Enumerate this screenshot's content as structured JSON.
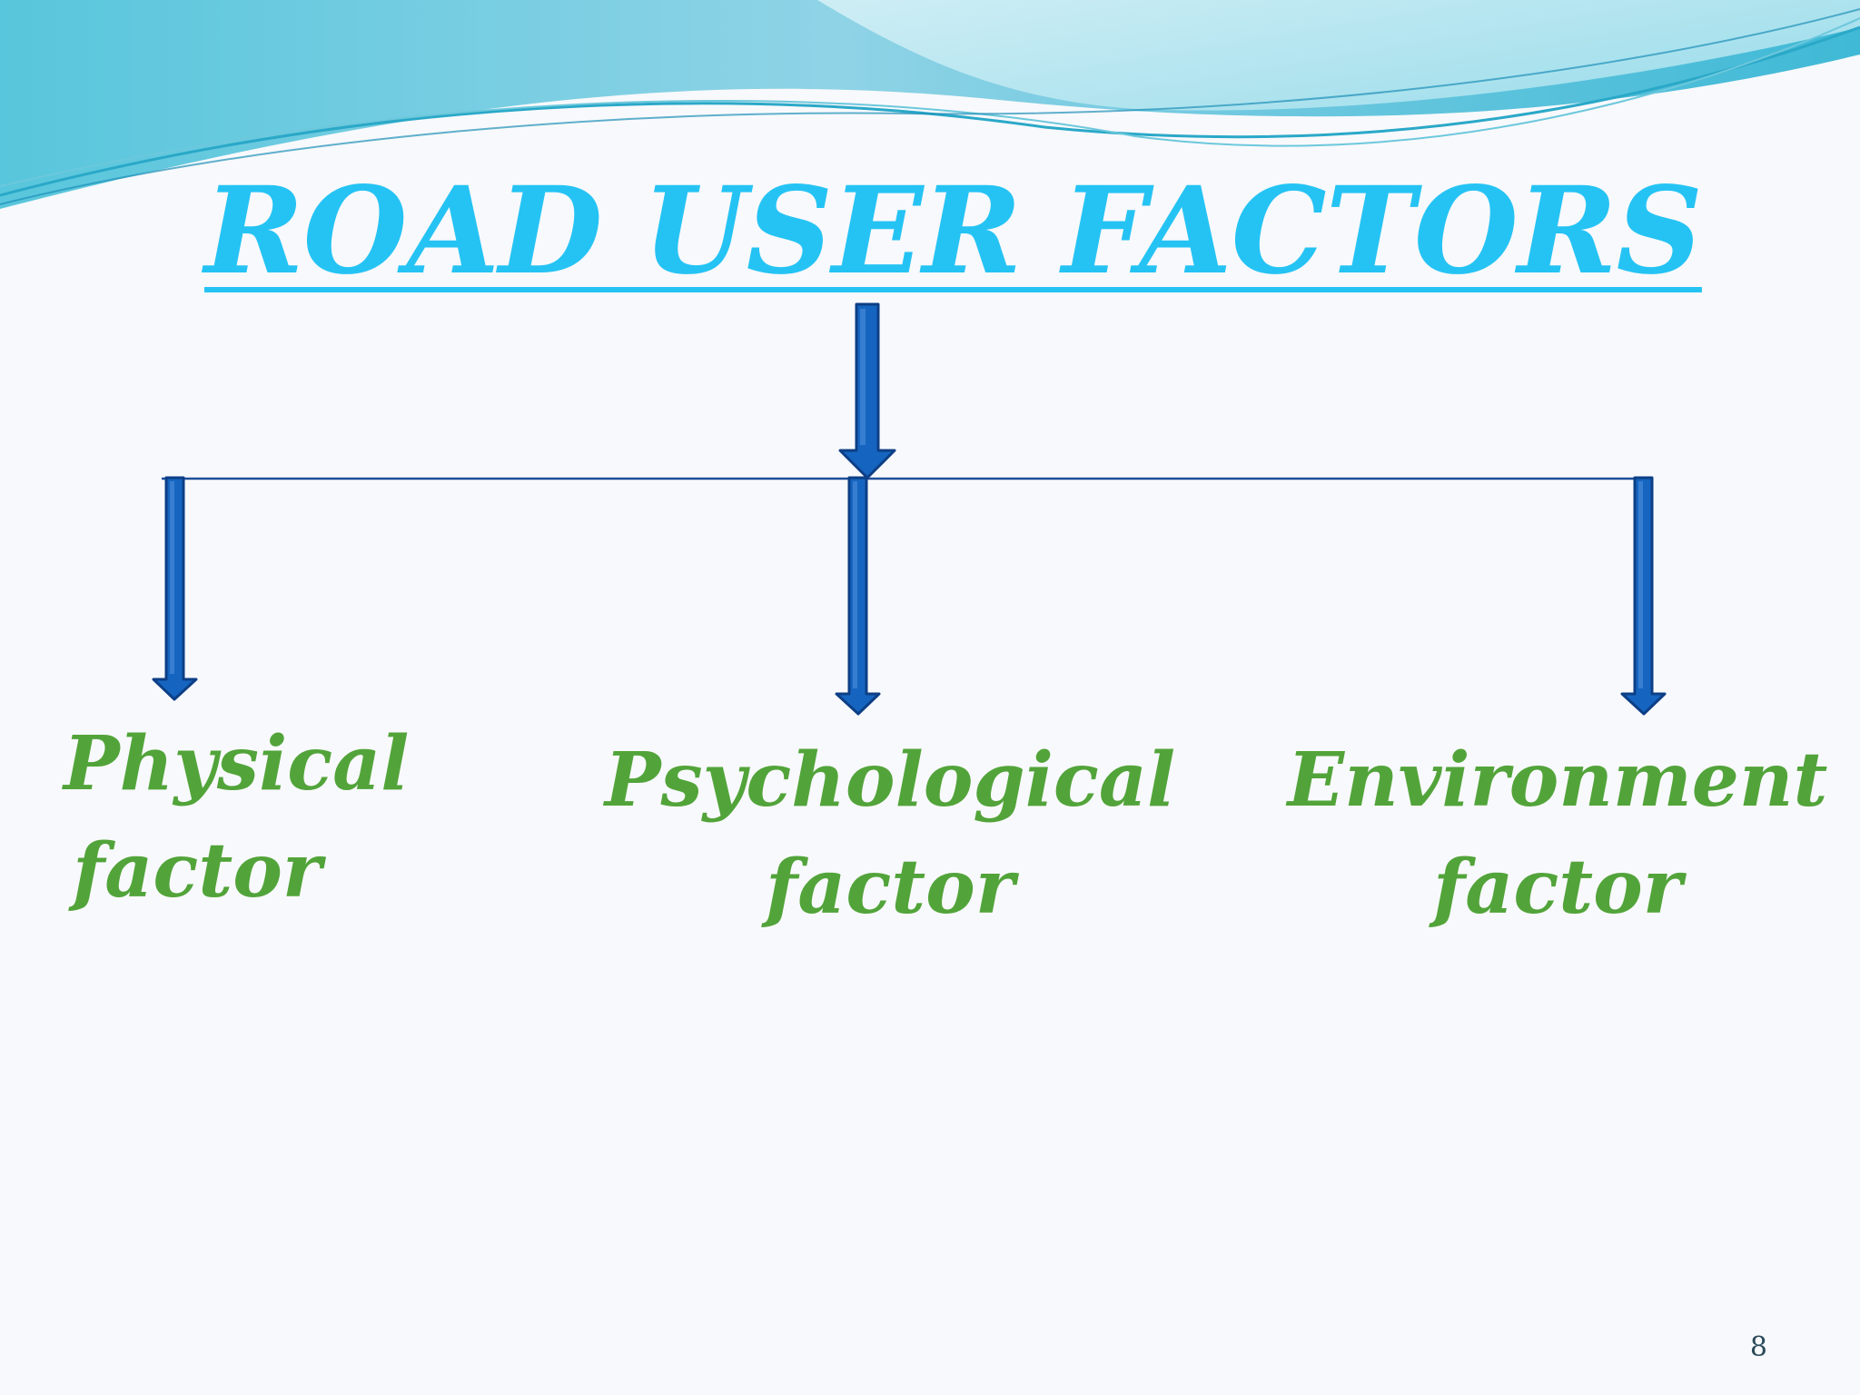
{
  "title": "ROAD USER FACTORS",
  "factors": [
    {
      "line1": "Physical",
      "line2": "factor"
    },
    {
      "line1": "Psychological",
      "line2": "factor"
    },
    {
      "line1": "Environment",
      "line2": "factor"
    }
  ],
  "page_number": "8",
  "colors": {
    "title": "#25c3f4",
    "factor_text": "#52a43a",
    "arrow_fill": "#1565c0",
    "arrow_outline": "#0d3f86",
    "connector_line": "#1f4f9a"
  }
}
